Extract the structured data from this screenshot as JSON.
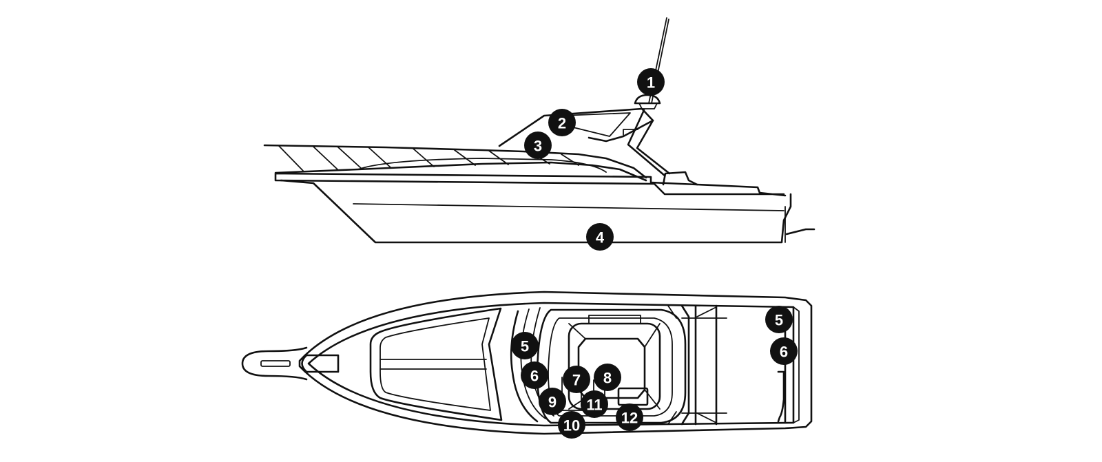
{
  "colors": {
    "line": "#111111",
    "callout_fill": "#111111",
    "callout_text": "#ffffff",
    "background": "#ffffff"
  },
  "callouts": {
    "c1": "1",
    "c2": "2",
    "c3": "3",
    "c4": "4",
    "c5a": "5",
    "c6a": "6",
    "c5b": "5",
    "c6b": "6",
    "c7": "7",
    "c8": "8",
    "c9": "9",
    "c10": "10",
    "c11": "11",
    "c12": "12"
  }
}
